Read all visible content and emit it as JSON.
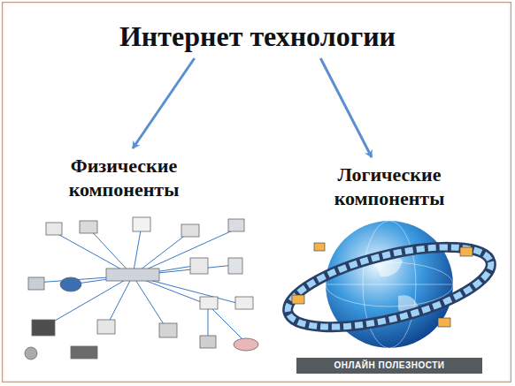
{
  "diagram": {
    "nodes": [
      {
        "text": [
          "Интернет технологии"
        ]
      },
      {
        "text": [
          "Физические компоненты"
        ]
      },
      {
        "text": [
          "Логические компоненты"
        ]
      }
    ],
    "edges": [
      {
        "from": 0,
        "to": 1,
        "arrow": "to"
      },
      {
        "from": 0,
        "to": 2,
        "arrow": "to"
      }
    ],
    "labels": [
      "ОНЛАЙН ПОЛЕЗНОСТИ"
    ]
  }
}
